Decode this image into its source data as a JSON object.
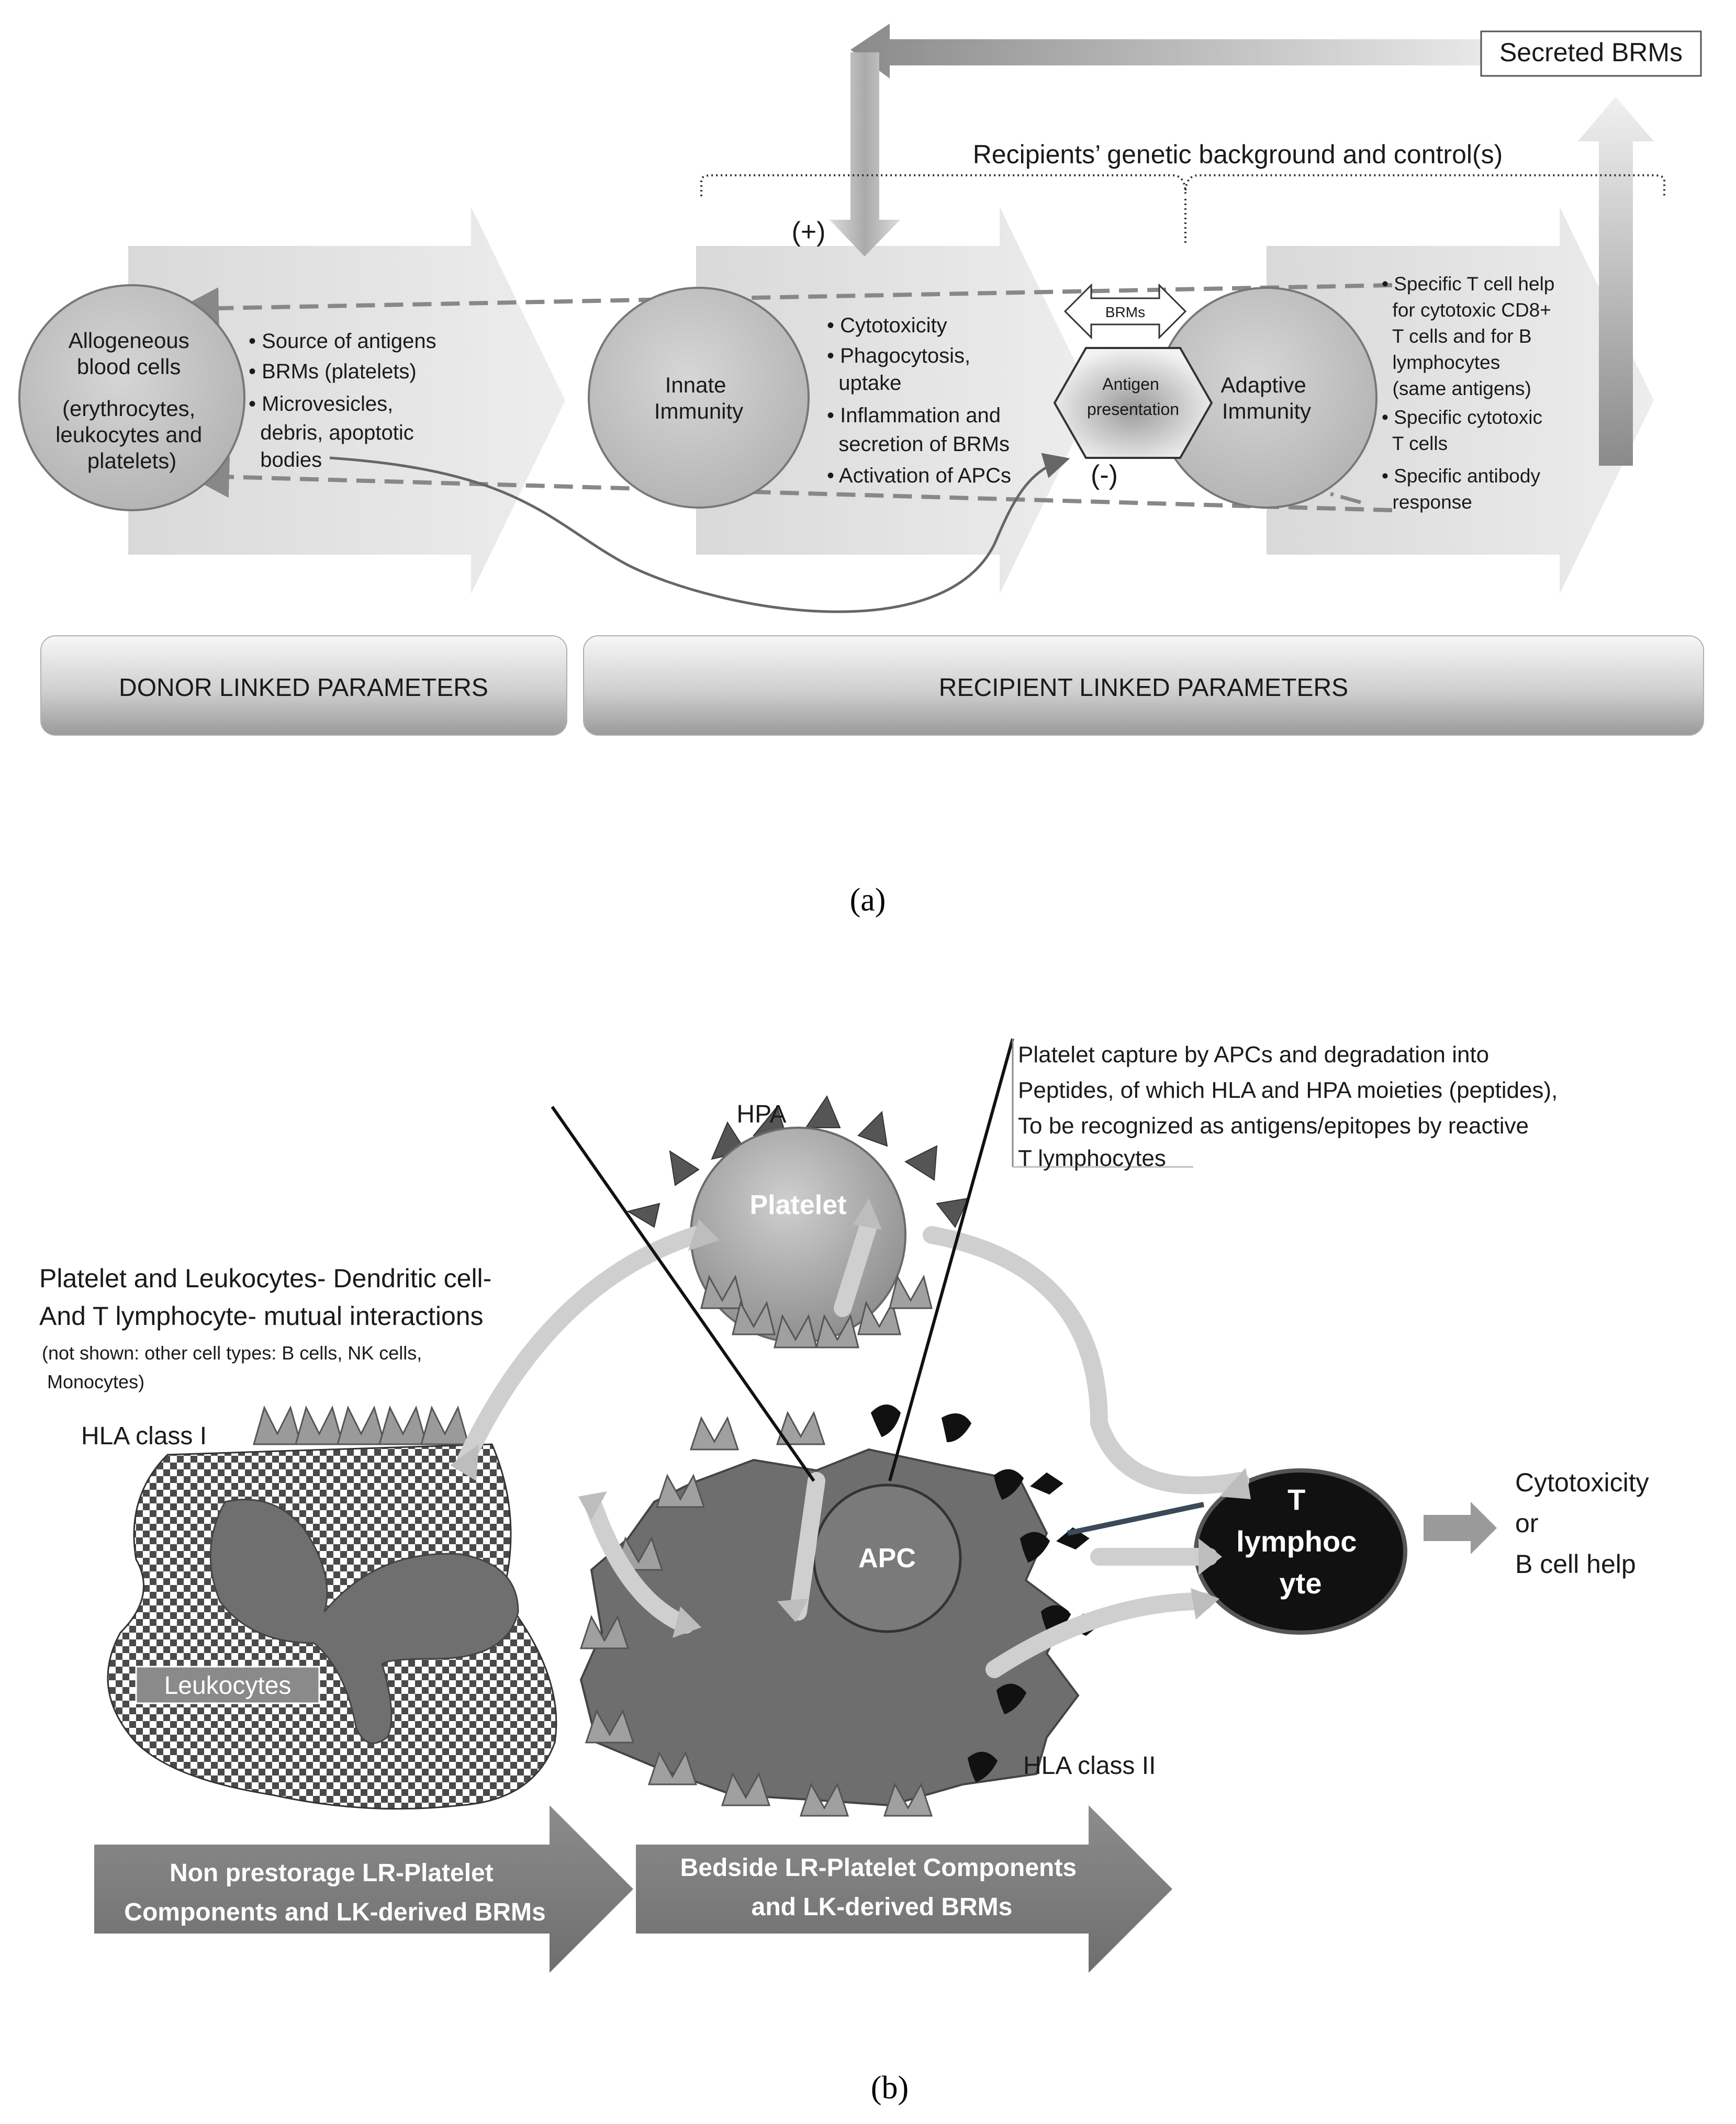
{
  "panel_a": {
    "secreted_brms": "Secreted BRMs",
    "genetic_background": "Recipients’ genetic background and control(s)",
    "plus": "(+)",
    "minus": "(-)",
    "allogeneous": [
      "Allogeneous",
      "blood cells",
      "",
      "(erythrocytes,",
      "leukocytes and",
      "platelets)"
    ],
    "donor_bullets": [
      "• Source of antigens",
      "• BRMs (platelets)",
      "• Microvesicles,",
      "  debris, apoptotic",
      "  bodies"
    ],
    "innate": [
      "Innate",
      "Immunity"
    ],
    "innate_bullets": [
      "• Cytotoxicity",
      "• Phagocytosis,",
      "  uptake",
      "• Inflammation and",
      "  secretion of BRMs",
      "• Activation of APCs"
    ],
    "brms_small": "BRMs",
    "antigen_presentation": [
      "Antigen",
      "presentation"
    ],
    "adaptive": [
      "Adaptive",
      "Immunity"
    ],
    "adaptive_bullets": [
      "• Specific T cell help",
      "  for cytotoxic CD8+",
      "  T cells and for B",
      "  lymphocytes",
      "  (same antigens)",
      "• Specific cytotoxic",
      "  T cells",
      "• Specific antibody",
      "  response"
    ],
    "donor_linked": "DONOR LINKED PARAMETERS",
    "recipient_linked": "RECIPIENT LINKED PARAMETERS",
    "caption": "(a)"
  },
  "panel_b": {
    "hpa": "HPA",
    "platelet_capture": [
      "Platelet capture by APCs and degradation into",
      "Peptides, of which HLA and HPA moieties (peptides),",
      "To be recognized as antigens/epitopes by reactive",
      "T lymphocytes"
    ],
    "platelet": "Platelet",
    "interactions": [
      "Platelet and Leukocytes- Dendritic cell-",
      "And T lymphocyte- mutual interactions"
    ],
    "not_shown": [
      "(not shown: other cell types: B cells, NK cells,",
      " Monocytes)"
    ],
    "hla_class_1": "HLA class I",
    "leukocytes": "Leukocytes",
    "apc": "APC",
    "t_lymphocyte": [
      "T",
      "lymphoc",
      "yte"
    ],
    "outcome": [
      "Cytotoxicity",
      "or",
      "B cell help"
    ],
    "hla_class_2": "HLA class II",
    "arrow_left": [
      "Non prestorage LR-Platelet",
      "Components and LK-derived BRMs"
    ],
    "arrow_right": [
      "Bedside LR-Platelet Components",
      "and LK-derived BRMs"
    ],
    "caption": "(b)"
  }
}
